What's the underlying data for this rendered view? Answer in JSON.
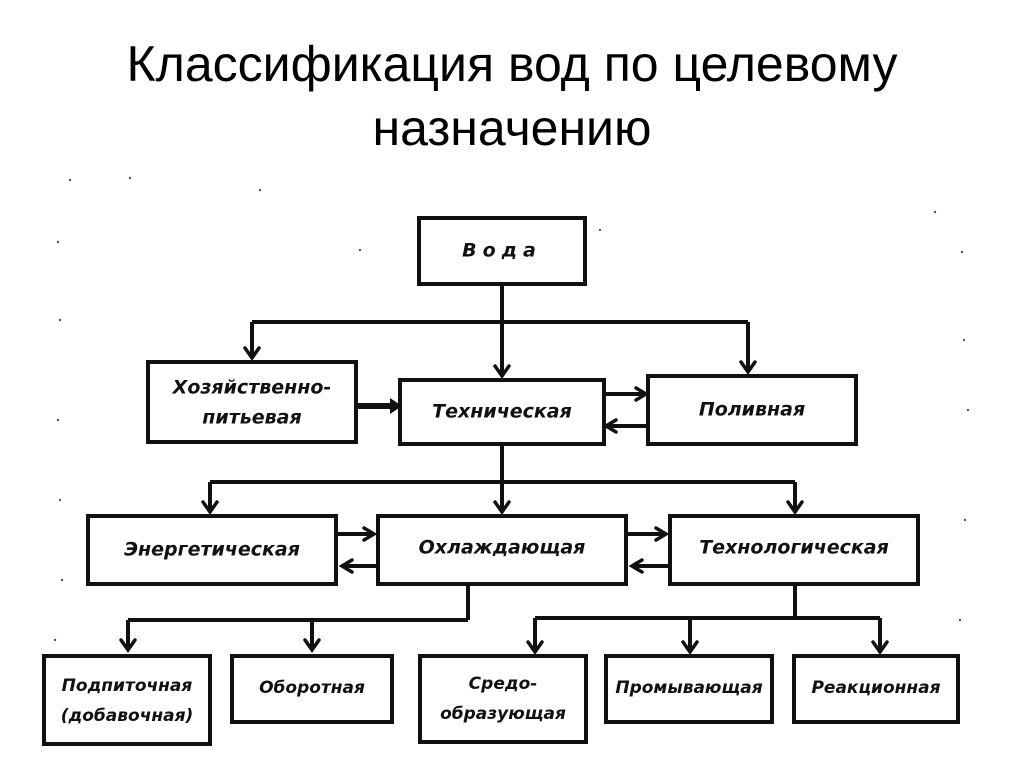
{
  "title": {
    "line1": "Классификация вод по целевому",
    "line2": "назначению"
  },
  "nodes": {
    "voda": "Вода",
    "khoz_line1": "Хозяйственно-",
    "khoz_line2": "питьевая",
    "tekhnicheskaya": "Техническая",
    "polivnaya": "Поливная",
    "energeticheskaya": "Энергетическая",
    "okhlazhdayushchaya": "Охлаждающая",
    "tekhnologicheskaya": "Технологическая",
    "podpitochnaya_line1": "Подпиточная",
    "podpitochnaya_line2": "(добавочная)",
    "oborotnaya": "Оборотная",
    "sredo_line1": "Средо-",
    "sredo_line2": "образующая",
    "promyvayushchaya": "Промывающая",
    "reaktsionnaya": "Реакционная"
  },
  "colors": {
    "ink": "#111111",
    "background": "#ffffff"
  }
}
